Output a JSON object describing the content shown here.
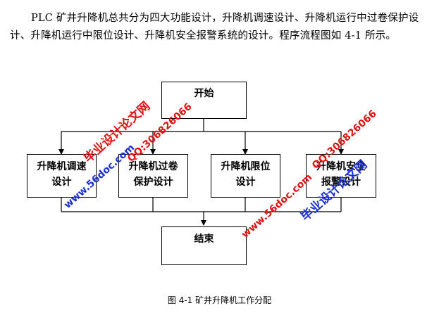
{
  "paragraph": "PLC 矿井升降机总共分为四大功能设计，升降机调速设计、升降机运行中过卷保护设计、升降机运行中限位设计、升降机安全报警系统的设计。程序流程图如 4-1 所示。",
  "flowchart": {
    "start": "开始",
    "end": "结束",
    "modules": [
      {
        "line1": "升降机调速",
        "line2": "设计"
      },
      {
        "line1": "升降机过卷",
        "line2": "保护设计"
      },
      {
        "line1": "升降机限位",
        "line2": "设计"
      },
      {
        "line1": "升降机安全",
        "line2": "报警设计"
      }
    ]
  },
  "caption": "图 4-1  矿井升降机工作分配",
  "watermarks": {
    "site_name": "毕业设计论文网",
    "url": "www.56doc.com",
    "qq": "QQ:306826066",
    "color_red": "#e01010",
    "color_blue": "#1a2fcf"
  }
}
